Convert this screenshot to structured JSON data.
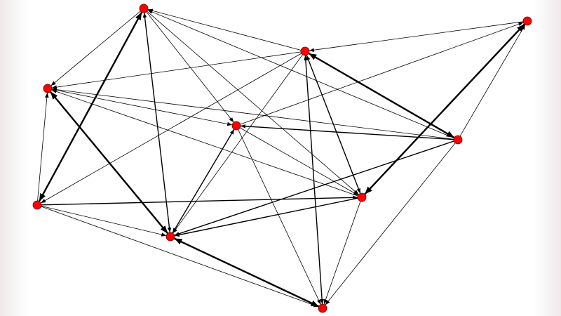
{
  "graph": {
    "directed": true,
    "node_color": "#ff0000",
    "edge_color": "#000000",
    "node_count": 10,
    "edges": [
      {
        "from": 6,
        "to": 0,
        "bidirectional": true,
        "weight": "heavy"
      },
      {
        "from": 0,
        "to": 3,
        "bidirectional": false,
        "weight": "light"
      },
      {
        "from": 0,
        "to": 8,
        "bidirectional": true,
        "weight": "medium"
      },
      {
        "from": 0,
        "to": 4,
        "bidirectional": false,
        "weight": "light"
      },
      {
        "from": 1,
        "to": 0,
        "bidirectional": false,
        "weight": "light"
      },
      {
        "from": 0,
        "to": 7,
        "bidirectional": false,
        "weight": "light"
      },
      {
        "from": 5,
        "to": 0,
        "bidirectional": false,
        "weight": "light"
      },
      {
        "from": 1,
        "to": 3,
        "bidirectional": false,
        "weight": "light"
      },
      {
        "from": 2,
        "to": 1,
        "bidirectional": false,
        "weight": "light"
      },
      {
        "from": 1,
        "to": 5,
        "bidirectional": true,
        "weight": "heavy"
      },
      {
        "from": 1,
        "to": 9,
        "bidirectional": true,
        "weight": "medium"
      },
      {
        "from": 1,
        "to": 7,
        "bidirectional": true,
        "weight": "medium"
      },
      {
        "from": 1,
        "to": 6,
        "bidirectional": false,
        "weight": "light"
      },
      {
        "from": 1,
        "to": 8,
        "bidirectional": false,
        "weight": "light"
      },
      {
        "from": 4,
        "to": 2,
        "bidirectional": false,
        "weight": "light"
      },
      {
        "from": 7,
        "to": 2,
        "bidirectional": true,
        "weight": "heavy"
      },
      {
        "from": 5,
        "to": 2,
        "bidirectional": false,
        "weight": "light"
      },
      {
        "from": 3,
        "to": 4,
        "bidirectional": false,
        "weight": "light"
      },
      {
        "from": 5,
        "to": 3,
        "bidirectional": false,
        "weight": "light"
      },
      {
        "from": 7,
        "to": 3,
        "bidirectional": false,
        "weight": "light"
      },
      {
        "from": 3,
        "to": 8,
        "bidirectional": true,
        "weight": "heavy"
      },
      {
        "from": 6,
        "to": 3,
        "bidirectional": false,
        "weight": "light"
      },
      {
        "from": 5,
        "to": 4,
        "bidirectional": false,
        "weight": "medium"
      },
      {
        "from": 8,
        "to": 4,
        "bidirectional": true,
        "weight": "medium"
      },
      {
        "from": 4,
        "to": 9,
        "bidirectional": false,
        "weight": "light"
      },
      {
        "from": 4,
        "to": 7,
        "bidirectional": false,
        "weight": "light"
      },
      {
        "from": 6,
        "to": 7,
        "bidirectional": false,
        "weight": "medium"
      },
      {
        "from": 6,
        "to": 8,
        "bidirectional": false,
        "weight": "light"
      },
      {
        "from": 6,
        "to": 9,
        "bidirectional": false,
        "weight": "light"
      },
      {
        "from": 7,
        "to": 8,
        "bidirectional": false,
        "weight": "medium"
      },
      {
        "from": 8,
        "to": 9,
        "bidirectional": true,
        "weight": "heavy"
      },
      {
        "from": 7,
        "to": 9,
        "bidirectional": false,
        "weight": "light"
      },
      {
        "from": 5,
        "to": 9,
        "bidirectional": false,
        "weight": "light"
      },
      {
        "from": 5,
        "to": 8,
        "bidirectional": false,
        "weight": "medium"
      }
    ]
  }
}
